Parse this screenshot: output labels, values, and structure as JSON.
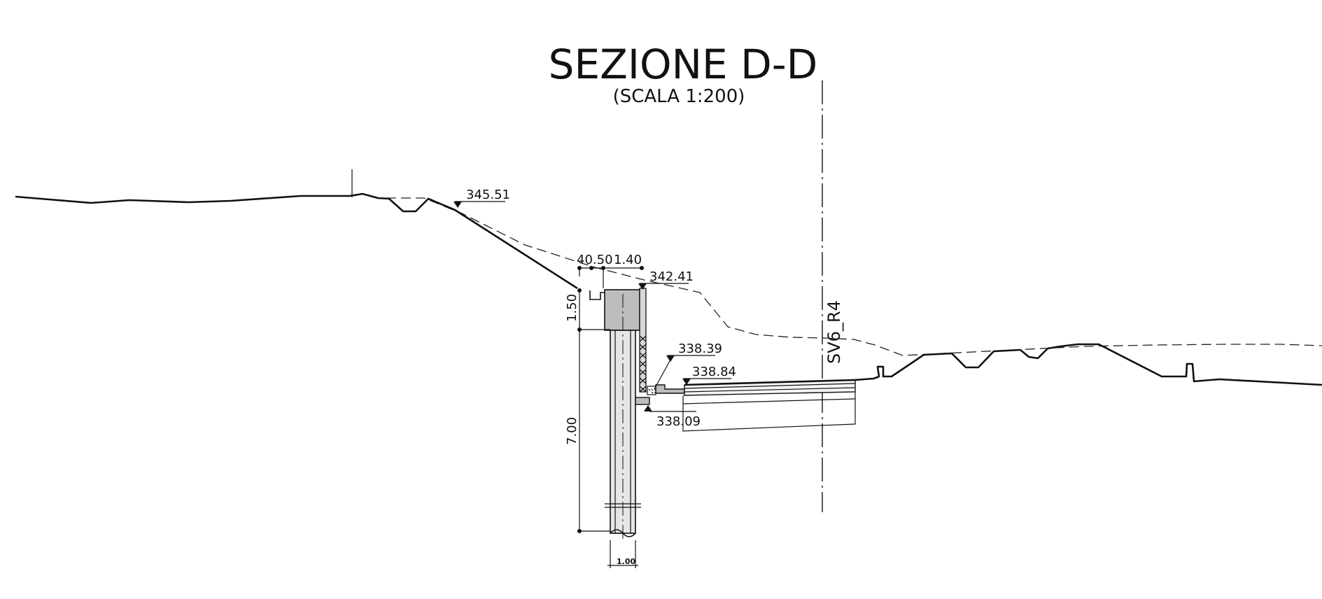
{
  "title": "SEZIONE D-D",
  "subtitle": "(SCALA 1:200)",
  "axis_label": "SV6_R4",
  "elevations": {
    "top_left": "345.51",
    "top_wall": "342.41",
    "upper": "338.39",
    "road": "338.84",
    "bottom": "338.09"
  },
  "dimensions": {
    "top_a": "40.50",
    "top_b": "1.40",
    "height_cap": "1.50",
    "height_pile": "7.00",
    "pile_width": "1.00"
  }
}
